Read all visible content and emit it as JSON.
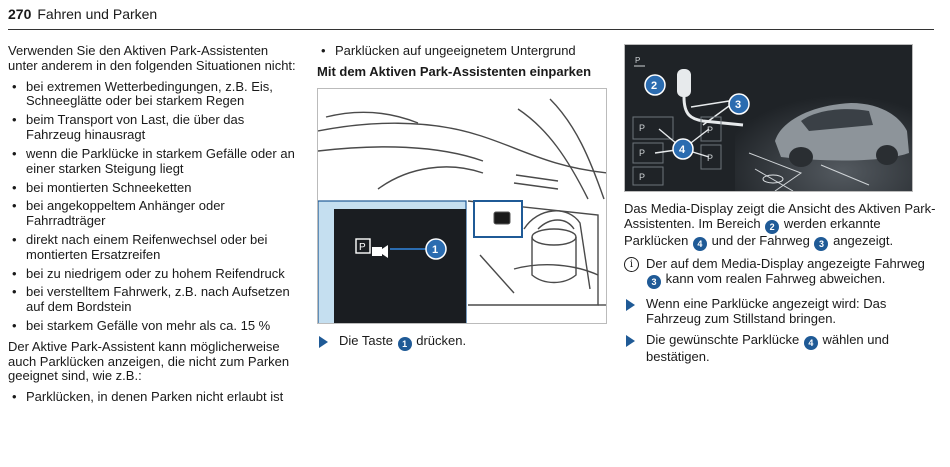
{
  "header": {
    "page_number": "270",
    "chapter": "Fahren und Parken"
  },
  "col1": {
    "intro": "Verwenden Sie den Aktiven Park-Assistenten unter anderem in den folgenden Situationen nicht:",
    "situations": [
      "bei extremen Wetterbedingungen, z.B. Eis, Schneeglätte oder bei starkem Regen",
      "beim Transport von Last, die über das Fahrzeug hinausragt",
      "wenn die Parklücke in starkem Gefälle oder an einer starken Steigung liegt",
      "bei montierten Schneeketten",
      "bei angekoppeltem Anhänger oder Fahrradträger",
      "direkt nach einem Reifenwechsel oder bei montierten Ersatzreifen",
      "bei zu niedrigem oder zu hohem Reifendruck",
      "bei verstelltem Fahrwerk, z.B. nach Aufsetzen auf dem Bordstein",
      "bei starkem Gefälle von mehr als ca. 15 %"
    ],
    "paragraph2": "Der Aktive Park-Assistent kann möglicherweise auch Parklücken anzeigen, die nicht zum Parken geeignet sind, wie z.B.:",
    "unsuitable": [
      "Parklücken, in denen Parken nicht erlaubt ist"
    ]
  },
  "col2": {
    "unsuitable_continued": [
      "Parklücken auf ungeeignetem Untergrund"
    ],
    "heading": "Mit dem Aktiven Park-Assistenten einparken",
    "figure": {
      "button_label": "P",
      "callout": "1"
    },
    "action": {
      "before": "Die Taste",
      "badge": "1",
      "after": "drücken."
    }
  },
  "col3": {
    "figure": {
      "top_icon_text": "P",
      "callout_2": "2",
      "callout_3": "3",
      "callout_4": "4",
      "slot_label": "P"
    },
    "description": {
      "t1": "Das Media-Display zeigt die Ansicht des Aktiven Park-Assistenten. Im Bereich",
      "b1": "2",
      "t2": "werden erkannte Parklücken",
      "b2": "4",
      "t3": "und der Fahrweg",
      "b3": "3",
      "t4": "angezeigt."
    },
    "note": {
      "icon": "i",
      "t1": "Der auf dem Media-Display angezeigte Fahrweg",
      "b1": "3",
      "t2": "kann vom realen Fahrweg abweichen."
    },
    "action1": "Wenn eine Parklücke angezeigt wird: Das Fahrzeug zum Stillstand bringen.",
    "action2": {
      "before": "Die gewünschte Parklücke",
      "badge": "4",
      "after": "wählen und bestätigen."
    }
  },
  "colors": {
    "accent": "#1f5a96",
    "callout_blue": "#2b6cb0",
    "inset_blue": "#c5dff0"
  }
}
